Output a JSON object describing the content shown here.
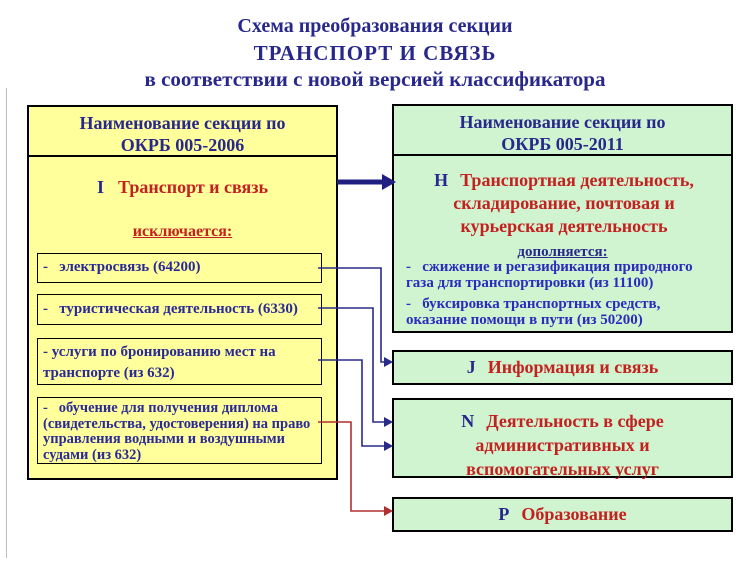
{
  "title": {
    "line1": "Схема преобразования секции",
    "line2": "ТРАНСПОРТ И СВЯЗЬ",
    "line3": "в соответствии с новой версией классификатора"
  },
  "left_panel": {
    "header_line1": "Наименование секции по",
    "header_line2": "ОКРБ 005-2006",
    "section_code": "I",
    "section_name": "Транспорт и связь",
    "excludes_label": "исключается:",
    "items": [
      "-   электросвязь (64200)",
      "-   туристическая деятельность (6330)",
      "- услуги по бронированию мест на транспорте (из 632)",
      "-   обучение для получения диплома (свидетельства, удостоверения) на право управления водными и воздушными судами (из 632)"
    ]
  },
  "right_panel": {
    "header_line1": "Наименование секции по",
    "header_line2": "ОКРБ 005-2011",
    "section_code": "Н",
    "section_name": "Транспортная деятельность, складирование, почтовая и курьерская деятельность",
    "adds_label": "дополняется:",
    "items": [
      "-   сжижение и регазификация природного газа для транспортировки (из 11100)",
      "-   буксировка транспортных средств, оказание помощи в пути (из 50200)"
    ]
  },
  "target_sections": [
    {
      "code": "J",
      "name": "Информация и связь"
    },
    {
      "code": "N",
      "name": "Деятельность в сфере административных и вспомогательных услуг"
    },
    {
      "code": "P",
      "name": "Образование"
    }
  ],
  "connections": [
    {
      "from_item": "I Транспорт и связь",
      "to_section": "Н"
    },
    {
      "from_item": "электросвязь (64200)",
      "to_section": "J"
    },
    {
      "from_item": "туристическая деятельность (6330)",
      "to_section": "N"
    },
    {
      "from_item": "услуги по бронированию мест на транспорте (из 632)",
      "to_section": "N"
    },
    {
      "from_item": "обучение для получения диплома (свидетельства, удостоверения) на право управления водными и воздушными судами (из 632)",
      "to_section": "P"
    }
  ],
  "colors": {
    "heading_navy": "#28288C",
    "section_red": "#C52020",
    "item_blue": "#2A2A96",
    "bullet_blue": "#2B2BBE",
    "panel_yellow": "#FFFF9C",
    "panel_green": "#D0F4D0",
    "connector_navy": "#2A2A8C",
    "connector_red": "#B03030"
  }
}
